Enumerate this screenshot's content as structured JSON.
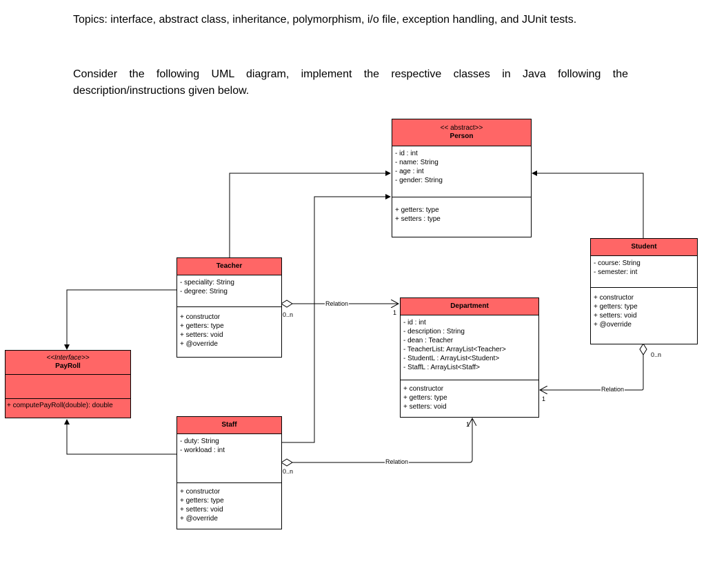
{
  "header": {
    "topics": "Topics:  interface, abstract class, inheritance, polymorphism, i/o file, exception handling, and JUnit tests.",
    "instructions": "Consider the following UML diagram, implement the respective classes in Java following the description/instructions given below."
  },
  "colors": {
    "class_header": "#ff6666",
    "line": "#000000"
  },
  "classes": {
    "person": {
      "stereotype": "<< abstract>>",
      "name": "Person",
      "attributes": [
        "- id : int",
        "- name: String",
        "- age : int",
        "- gender: String"
      ],
      "methods": [
        "+ getters: type",
        "+ setters : type"
      ]
    },
    "student": {
      "name": "Student",
      "attributes": [
        "- course: String",
        "- semester: int"
      ],
      "methods": [
        "+ constructor",
        "+ getters: type",
        "+ setters: void",
        "+ @override"
      ]
    },
    "teacher": {
      "name": "Teacher",
      "attributes": [
        "- speciality: String",
        "- degree: String"
      ],
      "methods": [
        "+ constructor",
        "+ getters: type",
        "+ setters: void",
        "+ @override"
      ]
    },
    "department": {
      "name": "Department",
      "attributes": [
        "- id : int",
        "- description : String",
        "- dean : Teacher",
        "- TeacherList: ArrayList<Teacher>",
        "- StudentL : ArrayList<Student>",
        "- StaffL : ArrayList<Staff>"
      ],
      "methods": [
        "+ constructor",
        "+ getters: type",
        "+ setters: void"
      ]
    },
    "payroll": {
      "stereotype": "<<Interface>>",
      "name": "PayRoll",
      "methods": [
        "+ computePayRoll(double): double"
      ]
    },
    "staff": {
      "name": "Staff",
      "attributes": [
        "- duty: String",
        "- workload : int"
      ],
      "methods": [
        "+ constructor",
        "+ getters: type",
        "+ setters: void",
        "+ @override"
      ]
    }
  },
  "relations": [
    {
      "label": "Relation",
      "from": "Teacher",
      "to": "Department",
      "from_mult": "0..n",
      "to_mult": "1"
    },
    {
      "label": "Relation",
      "from": "Student",
      "to": "Department",
      "from_mult": "0..n",
      "to_mult": "1"
    },
    {
      "label": "Relation",
      "from": "Staff",
      "to": "Department",
      "from_mult": "0..n",
      "to_mult": "1"
    }
  ]
}
